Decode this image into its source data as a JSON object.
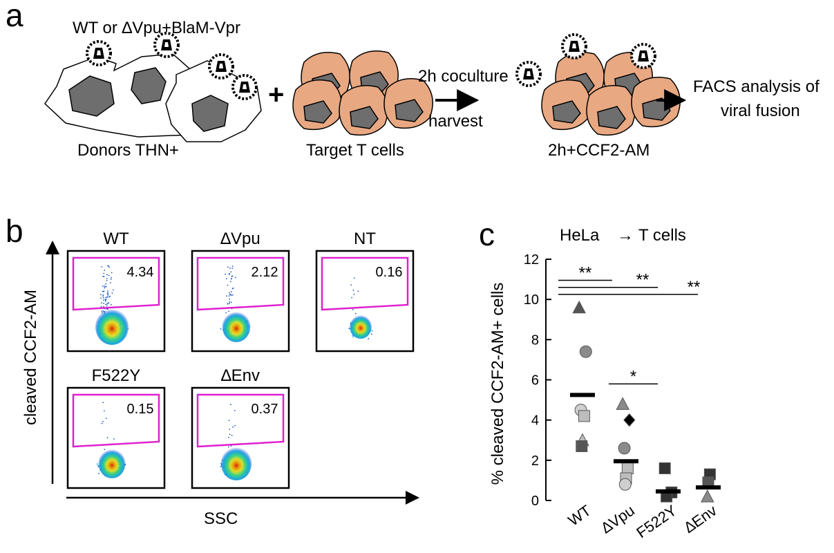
{
  "colors": {
    "gate": "#e020d0",
    "cell_fill": "#e8a882",
    "nucleus_fill": "#6e6e6e",
    "black": "#000000",
    "dark_gray": "#555555",
    "mid_gray": "#8a8a8a",
    "light_gray": "#bdbdbd",
    "lighter_gray": "#cfcfcf"
  },
  "panel_a": {
    "letter": "a",
    "virus_label": "WT or ∆Vpu+BlaM-Vpr",
    "plus_sign": "+",
    "donors_label": "Donors THN+",
    "targets_label": "Target T cells",
    "step_top": "2h coculture",
    "step_bottom": "harvest",
    "result_label": "2h+CCF2-AM",
    "facs_line1": "FACS analysis of",
    "facs_line2": "viral fusion"
  },
  "panel_b": {
    "letter": "b",
    "y_label": "cleaved CCF2-AM",
    "x_label": "SSC",
    "plots": [
      {
        "title": "WT",
        "value": "4.34",
        "density": 1.0
      },
      {
        "title": "∆Vpu",
        "value": "2.12",
        "density": 0.8
      },
      {
        "title": "NT",
        "value": "0.16",
        "density": 0.55
      },
      {
        "title": "F522Y",
        "value": "0.15",
        "density": 0.75
      },
      {
        "title": "∆Env",
        "value": "0.37",
        "density": 0.9
      }
    ]
  },
  "chart_data": {
    "type": "scatter",
    "panel_letter": "c",
    "title": "HeLa",
    "title_arrow": "→",
    "title_target": "T cells",
    "ylabel": "% cleaved CCF2-AM+ cells",
    "ylim": [
      0,
      12
    ],
    "yticks": [
      0,
      2,
      4,
      6,
      8,
      10,
      12
    ],
    "categories": [
      "WT",
      "∆Vpu",
      "F522Y",
      "∆Env"
    ],
    "means": [
      5.25,
      1.95,
      0.45,
      0.65
    ],
    "points": [
      {
        "cat": 0,
        "y": 9.6,
        "marker": "triangle",
        "color": "#555555"
      },
      {
        "cat": 0,
        "y": 7.4,
        "marker": "circle",
        "color": "#8a8a8a"
      },
      {
        "cat": 0,
        "y": 4.5,
        "marker": "circle",
        "color": "#cfcfcf"
      },
      {
        "cat": 0,
        "y": 4.2,
        "marker": "square",
        "color": "#bdbdbd"
      },
      {
        "cat": 0,
        "y": 3.0,
        "marker": "triangle",
        "color": "#bdbdbd"
      },
      {
        "cat": 0,
        "y": 2.7,
        "marker": "square",
        "color": "#555555"
      },
      {
        "cat": 1,
        "y": 4.8,
        "marker": "triangle",
        "color": "#8a8a8a"
      },
      {
        "cat": 1,
        "y": 4.0,
        "marker": "diamond",
        "color": "#000000"
      },
      {
        "cat": 1,
        "y": 2.6,
        "marker": "circle",
        "color": "#8a8a8a"
      },
      {
        "cat": 1,
        "y": 1.6,
        "marker": "square",
        "color": "#bdbdbd"
      },
      {
        "cat": 1,
        "y": 1.1,
        "marker": "square",
        "color": "#bdbdbd"
      },
      {
        "cat": 1,
        "y": 0.8,
        "marker": "circle",
        "color": "#cfcfcf"
      },
      {
        "cat": 2,
        "y": 1.6,
        "marker": "square",
        "color": "#333333"
      },
      {
        "cat": 2,
        "y": 0.4,
        "marker": "square",
        "color": "#333333"
      },
      {
        "cat": 2,
        "y": 0.2,
        "marker": "square",
        "color": "#333333"
      },
      {
        "cat": 3,
        "y": 1.3,
        "marker": "square",
        "color": "#333333"
      },
      {
        "cat": 3,
        "y": 0.9,
        "marker": "square",
        "color": "#555555"
      },
      {
        "cat": 3,
        "y": 0.2,
        "marker": "triangle",
        "color": "#8a8a8a"
      }
    ],
    "significance": [
      {
        "from": 0,
        "to": 1,
        "y": 10.95,
        "label": "**"
      },
      {
        "from": 0,
        "to": 2,
        "y": 10.6,
        "label": "**"
      },
      {
        "from": 0,
        "to": 3,
        "y": 10.25,
        "label": "**"
      },
      {
        "from": 1,
        "to": 2,
        "y": 5.8,
        "label": "*"
      }
    ]
  }
}
